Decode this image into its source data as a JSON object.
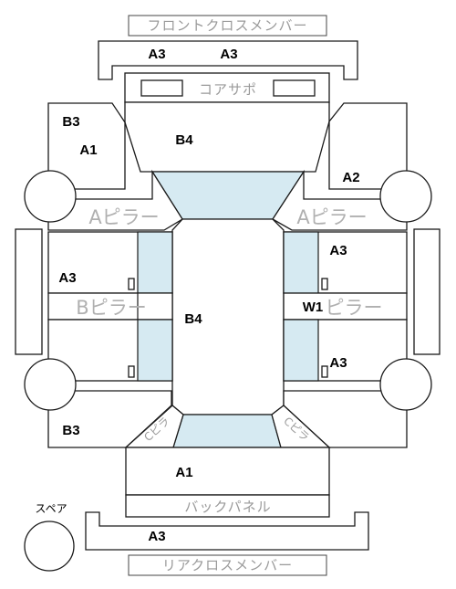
{
  "labels": {
    "front_cross_member": "フロントクロスメンバー",
    "core_support": "コアサポ",
    "a_pillar_left": "Aピラー",
    "a_pillar_right": "Aピラー",
    "b_pillar_left": "Bピラー",
    "b_pillar_right": "ピラー",
    "back_panel": "バックパネル",
    "rear_cross_member": "リアクロスメンバー",
    "spare": "スペア",
    "c_pillar_left": "Cピラ",
    "c_pillar_right": "Cピラ"
  },
  "grades": {
    "front_cross_left": "A3",
    "front_cross_right": "A3",
    "front_left_upper": "B3",
    "front_left_lower": "A1",
    "hood": "B4",
    "front_right": "A2",
    "front_door_left": "A3",
    "front_door_right": "A3",
    "roof": "B4",
    "rear_door_right_upper": "W1",
    "rear_door_right_lower": "A3",
    "rear_left": "B3",
    "trunk": "A1",
    "rear_cross": "A3"
  },
  "colors": {
    "glass": "#d6eaf2",
    "outline": "#1a1a1a",
    "muted_text": "#9a9a9a"
  }
}
